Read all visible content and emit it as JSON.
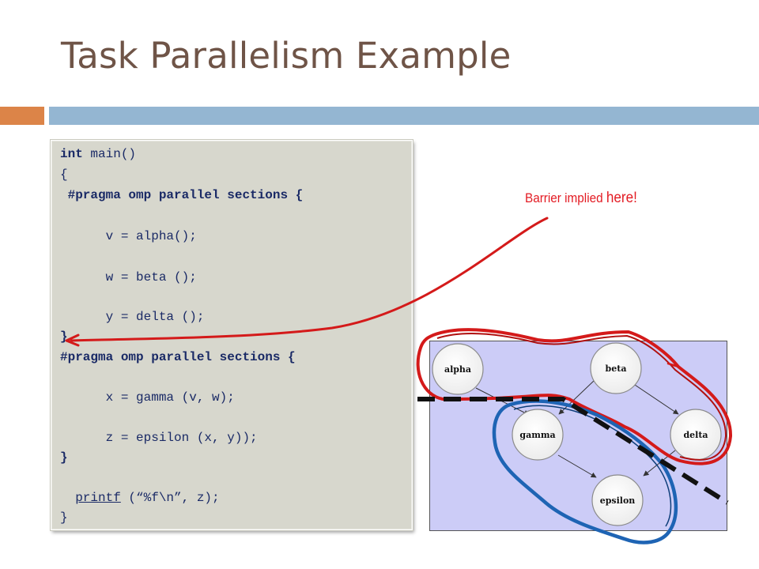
{
  "slide": {
    "title": "Task Parallelism Example",
    "colors": {
      "title": "#6f5447",
      "accent_orange": "#dc8448",
      "accent_blue": "#94b6d2",
      "code_box_bg": "#d7d7cd",
      "code_text": "#1a2a66",
      "diagram_bg": "#ccccf7",
      "annotation_red": "#e31b23",
      "annotation_blue": "#1e64b4"
    }
  },
  "code": {
    "line1_kw": "int",
    "line1_rest": " main()",
    "line2": "{",
    "line3": " #pragma omp parallel sections {",
    "line4": "      v = alpha();",
    "line5": "      w = beta ();",
    "line6": "      y = delta ();",
    "line7": "}",
    "line8": "#pragma omp parallel sections {",
    "line9": "      x = gamma (v, w);",
    "line10": "      z = epsilon (x, y));",
    "line11": "}",
    "line12_pre": "  ",
    "line12_fn": "printf",
    "line12_rest": " (“%f\\n”, z);",
    "line13": "}"
  },
  "annotation": {
    "barrier_part1": "Barrier implied ",
    "barrier_part2": "here!"
  },
  "diagram": {
    "nodes": {
      "alpha": "alpha",
      "beta": "beta",
      "gamma": "gamma",
      "delta": "delta",
      "epsilon": "epsilon"
    },
    "edges": [
      [
        "alpha",
        "gamma"
      ],
      [
        "beta",
        "gamma"
      ],
      [
        "beta",
        "delta"
      ],
      [
        "gamma",
        "epsilon"
      ],
      [
        "delta",
        "epsilon"
      ]
    ]
  }
}
